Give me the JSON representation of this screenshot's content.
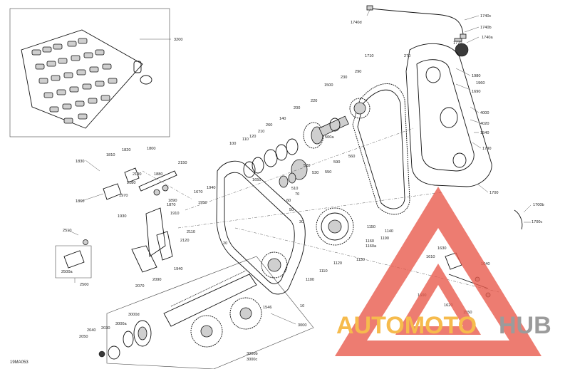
{
  "diagram_code": "19MA053",
  "watermark": {
    "part1": "AUTOMOTO",
    "part2": "HUB",
    "color1": "#f4a81c",
    "color2": "#808080",
    "logo_color": "#e8584a"
  },
  "colors": {
    "line": "#111111",
    "fill": "#cfcfcf"
  },
  "labels": {
    "l3200": "3200",
    "l1740d": "1740d",
    "l1740c": "1740c",
    "l1740b": "1740b",
    "l1740a": "1740a",
    "l1770": "1770",
    "l1710": "1710",
    "l270": "270",
    "l1980": "1980",
    "l1960": "1960",
    "l1690": "1690",
    "l230": "230",
    "l290": "290",
    "l1500": "1500",
    "l4000": "4000",
    "l4020": "4020",
    "l1540": "1540",
    "l1790": "1790",
    "l220": "220",
    "l200": "200",
    "l140": "140",
    "l500a": "500a",
    "l560": "560",
    "l590": "590",
    "l260": "260",
    "l210": "210",
    "l120": "120",
    "l110": "110",
    "l100": "100",
    "l520": "520",
    "l530": "530",
    "l550": "550",
    "l1650": "1650",
    "l510": "510",
    "l70": "70",
    "l60": "60",
    "l50": "50",
    "l1700": "1700",
    "l1700b": "1700b",
    "l1700c": "1700c",
    "l1800": "1800",
    "l1820": "1820",
    "l1810": "1810",
    "l1830": "1830",
    "l2150": "2150",
    "l2190": "2190",
    "l1880": "1880",
    "l2180": "2180",
    "l1860": "1860",
    "l1970": "1970",
    "l1670": "1670",
    "l1940": "1940",
    "l1890": "1890",
    "l1930": "1930",
    "l1870": "1870",
    "l1910": "1910",
    "l1950": "1950",
    "l2110": "2110",
    "l2120": "2120",
    "l1940b": "1940",
    "l2090": "2090",
    "l2070": "2070",
    "l2510": "2510",
    "l2500a": "2500a",
    "l2500": "2500",
    "l20": "20",
    "l30": "30",
    "l1100": "1100",
    "l1110": "1110",
    "l1120": "1120",
    "l1130": "1130",
    "l1140": "1140",
    "l1150": "1150",
    "l1160": "1160",
    "l1160a": "1160a",
    "l1190": "1190",
    "l1546": "1546",
    "l10": "10",
    "l1600": "1600",
    "l1610": "1610",
    "l1630": "1630",
    "l1620": "1620",
    "l1640": "1640",
    "l1550": "1550",
    "l3000": "3000",
    "l3000d": "3000d",
    "l3000a": "3000a",
    "l2030": "2030",
    "l2040": "2040",
    "l2050": "2050",
    "l3000b": "3000b",
    "l3000c": "3000c"
  }
}
